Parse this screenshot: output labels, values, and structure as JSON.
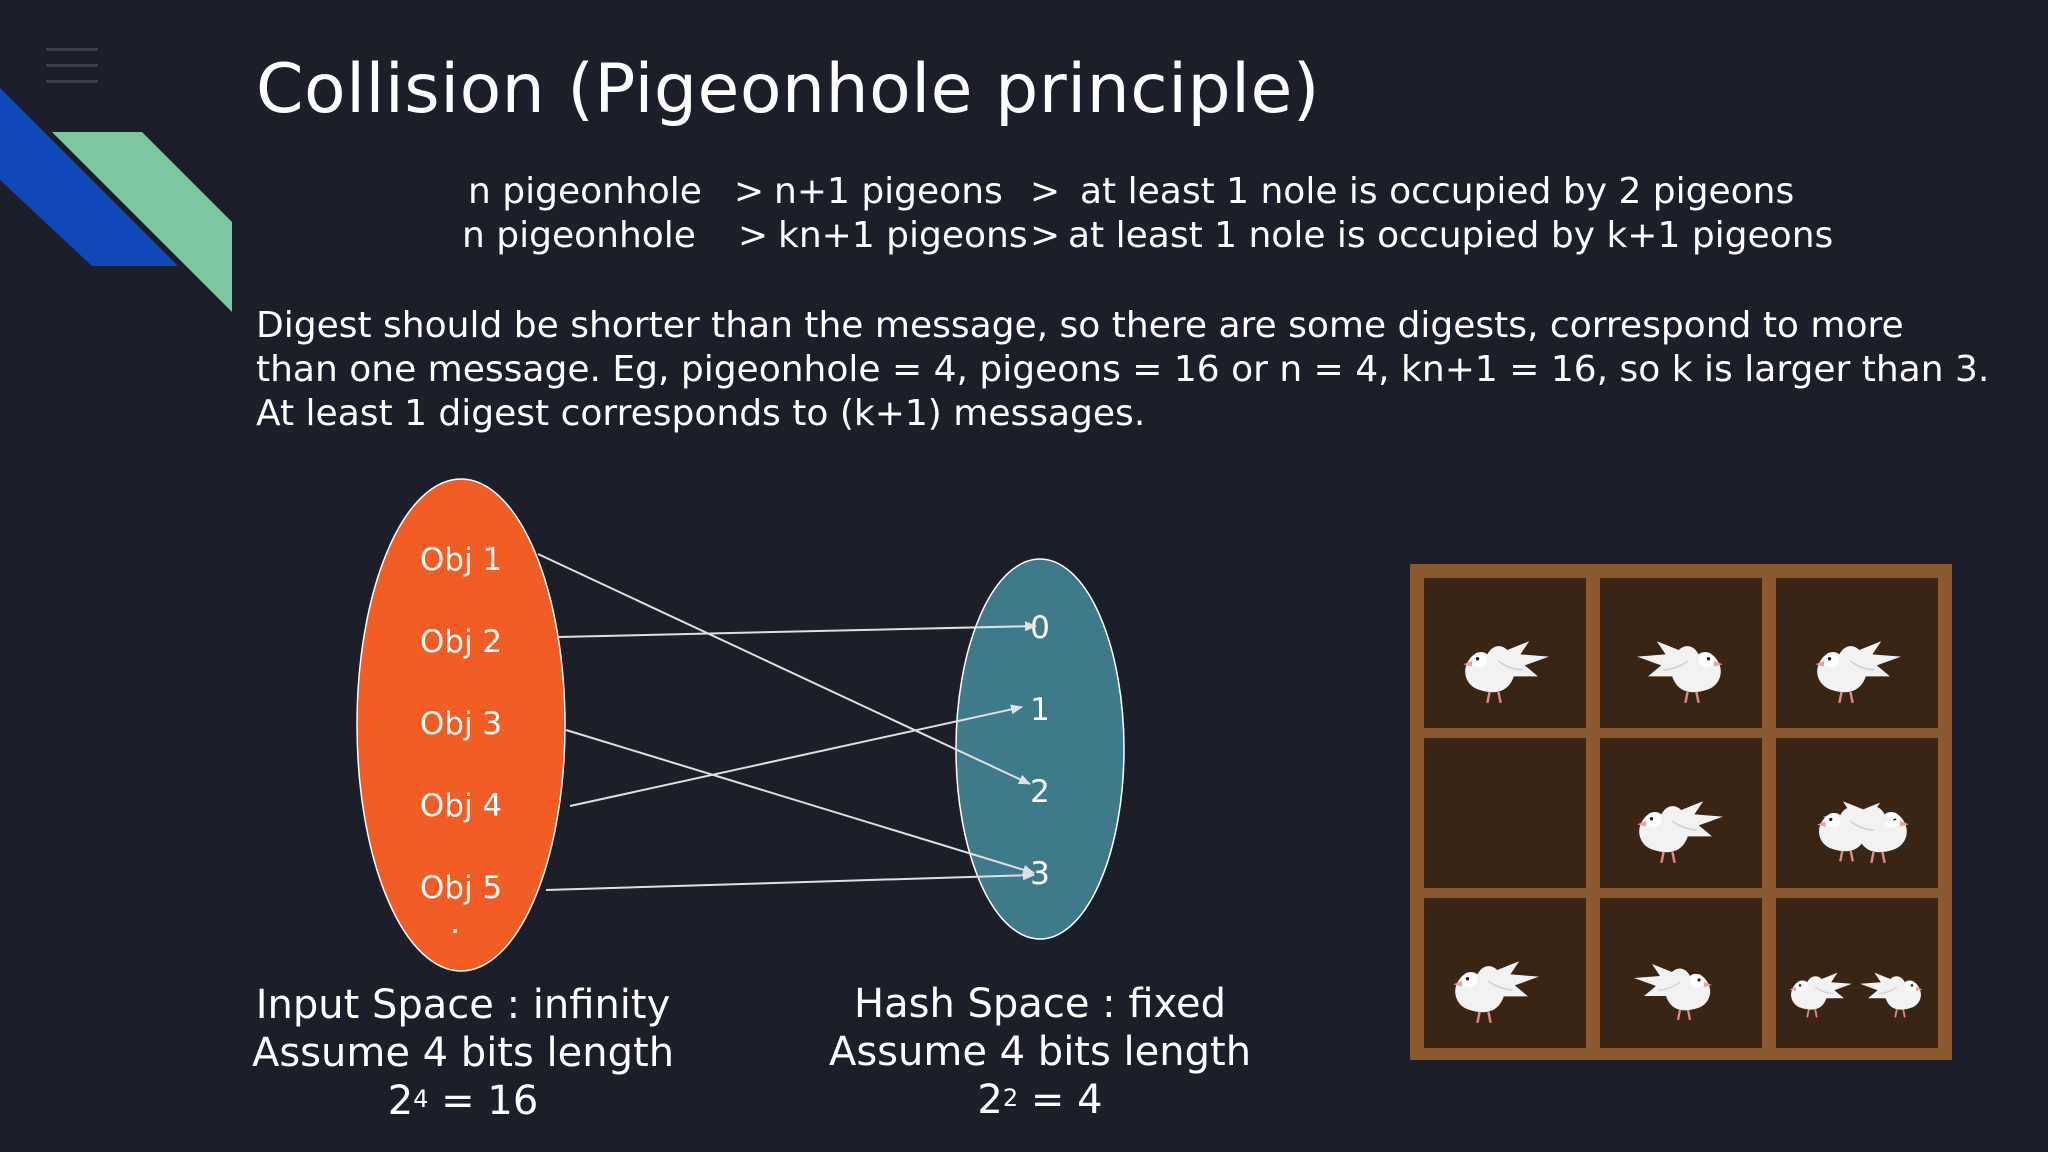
{
  "slide": {
    "title": "Collision (Pigeonhole principle)",
    "menu_icon": "hamburger-menu-icon",
    "rules": [
      {
        "a": "n pigeonhole",
        "op1": ">",
        "b": "n+1  pigeons",
        "op2": ">",
        "c": "at least 1 nole is occupied by 2 pigeons"
      },
      {
        "a": "n pigeonhole",
        "op1": ">",
        "b": "kn+1 pigeons",
        "op2": ">",
        "c": "at least 1 nole is occupied by k+1 pigeons"
      }
    ],
    "paragraph": [
      "Digest should be shorter than the message, so there are some digests, correspond to more",
      "than one message. Eg, pigeonhole = 4, pigeons = 16 or n = 4, kn+1 = 16, so k is larger than 3.",
      "At least 1 digest corresponds to (k+1) messages."
    ]
  },
  "diagram": {
    "inputs": [
      "Obj 1",
      "Obj 2",
      "Obj 3",
      "Obj 4",
      "Obj 5"
    ],
    "inputs_more": "·",
    "outputs": [
      "0",
      "1",
      "2",
      "3"
    ],
    "mappings": [
      {
        "from": "Obj 1",
        "to": "2"
      },
      {
        "from": "Obj 2",
        "to": "0"
      },
      {
        "from": "Obj 3",
        "to": "3"
      },
      {
        "from": "Obj 4",
        "to": "1"
      },
      {
        "from": "Obj 5",
        "to": "3"
      }
    ],
    "colors": {
      "input_space": "#f25c25",
      "hash_space": "#3f7a8b",
      "arrow": "#e0e0e0",
      "background": "#1c1e2a"
    }
  },
  "captions": {
    "input": {
      "line1": "Input Space : infinity",
      "line2": "Assume 4 bits length",
      "base": "2",
      "exp": "4",
      "rest": " = 16"
    },
    "hash": {
      "line1": "Hash Space : fixed",
      "line2": "Assume 4 bits length",
      "base": "2",
      "exp": "2",
      "rest": " = 4"
    }
  },
  "pigeon_grid": {
    "rows": 3,
    "cols": 3,
    "icon": "pigeon-icon",
    "frame_color": "#8a5a2e",
    "cell_color": "#3a2414"
  },
  "decor": {
    "accent_blue": "#1048b8",
    "accent_green": "#7cc6a0"
  }
}
